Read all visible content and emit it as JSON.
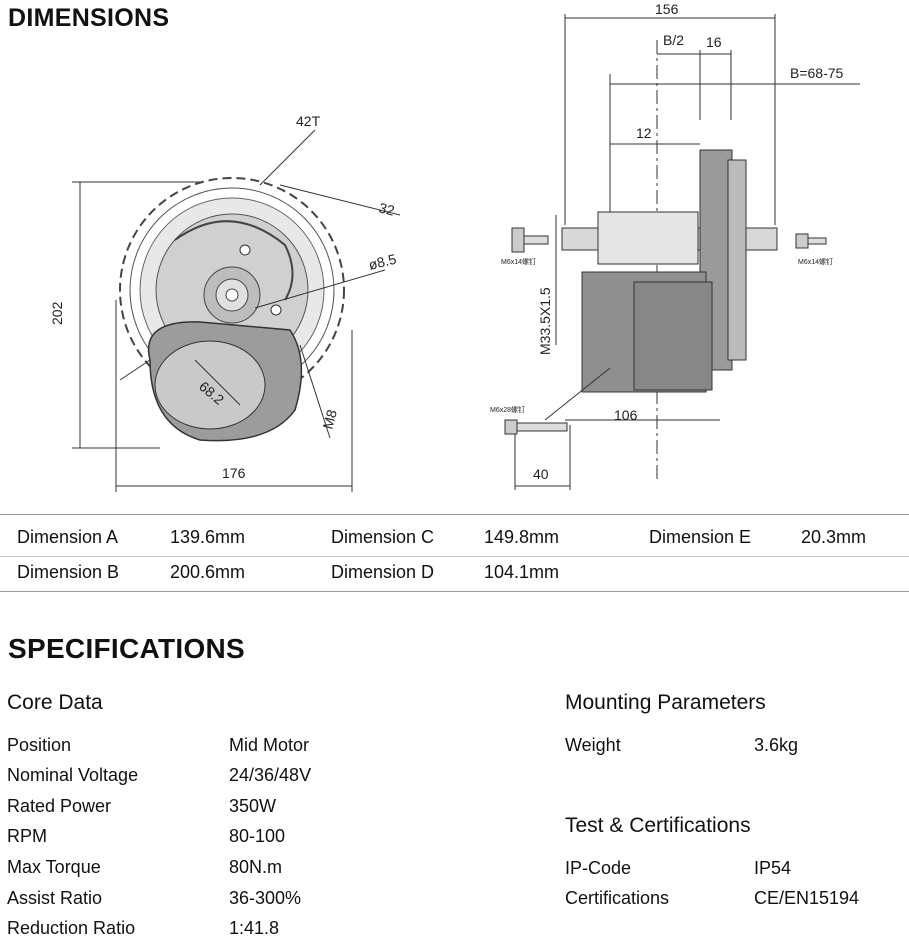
{
  "dimensions_section": {
    "title": "DIMENSIONS",
    "drawing_labels": {
      "d156": "156",
      "b_half": "B/2",
      "d16": "16",
      "b_range": "B=68-75",
      "teeth": "42T",
      "d12": "12",
      "d32": "32",
      "d8_5": "ø8.5",
      "d202": "202",
      "thread": "M33.5X1.5",
      "d68_2": "68.2",
      "m8": "M8",
      "d176": "176",
      "d106": "106",
      "d40": "40",
      "bolt_left": "M6x14螺钉",
      "bolt_right": "M6x14螺钉",
      "bolt_bottom": "M6x28螺钉"
    },
    "table": [
      {
        "label_a": "Dimension A",
        "value_a": "139.6mm",
        "label_c": "Dimension C",
        "value_c": "149.8mm",
        "label_e": "Dimension E",
        "value_e": "20.3mm"
      },
      {
        "label_b": "Dimension B",
        "value_b": "200.6mm",
        "label_d": "Dimension D",
        "value_d": "104.1mm"
      }
    ]
  },
  "specifications_section": {
    "title": "SPECIFICATIONS",
    "core_data": {
      "heading": "Core Data",
      "rows": [
        {
          "label": "Position",
          "value": "Mid Motor"
        },
        {
          "label": "Nominal Voltage",
          "value": "24/36/48V"
        },
        {
          "label": "Rated Power",
          "value": "350W"
        },
        {
          "label": "RPM",
          "value": "80-100"
        },
        {
          "label": "Max Torque",
          "value": "80N.m"
        },
        {
          "label": "Assist Ratio",
          "value": "36-300%"
        },
        {
          "label": "Reduction Ratio",
          "value": "1:41.8"
        }
      ]
    },
    "mounting": {
      "heading": "Mounting Parameters",
      "rows": [
        {
          "label": "Weight",
          "value": "3.6kg"
        }
      ]
    },
    "test": {
      "heading": "Test & Certifications",
      "rows": [
        {
          "label": "IP-Code",
          "value": "IP54"
        },
        {
          "label": "Certifications",
          "value": "CE/EN15194"
        }
      ]
    }
  }
}
